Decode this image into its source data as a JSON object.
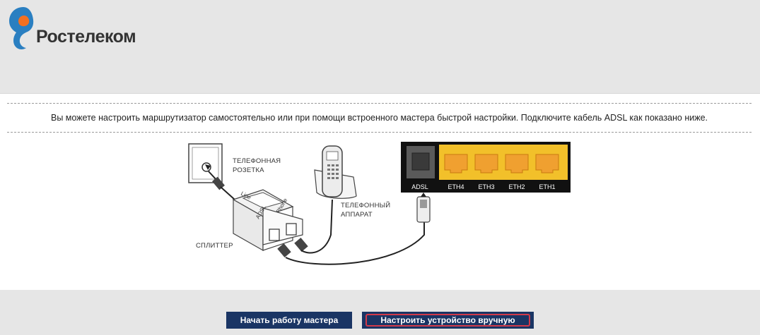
{
  "brand": {
    "name": "Ростелеком",
    "logo_icon": "rostelecom-logo-icon",
    "colors": {
      "logo_blue": "#2a7fc1",
      "logo_orange": "#f37021",
      "button_bg": "#1a3564",
      "highlight": "#d23a4a",
      "port_yellow": "#f2c02a"
    }
  },
  "intro_text": "Вы можете настроить маршрутизатор самостоятельно или при помощи встроенного мастера быстрой настройки. Подключите кабель ADSL как показано ниже.",
  "diagram": {
    "wall_socket_label_1": "ТЕЛЕФОННАЯ",
    "wall_socket_label_2": "РОЗЕТКА",
    "phone_label_1": "ТЕЛЕФОННЫЙ",
    "phone_label_2": "АППАРАТ",
    "splitter_label": "СПЛИТТЕР",
    "splitter_port_line": "Line",
    "splitter_port_adsl": "ADSL",
    "splitter_port_phone": "Phone",
    "ports": [
      "ADSL",
      "ETH4",
      "ETH3",
      "ETH2",
      "ETH1"
    ]
  },
  "buttons": {
    "wizard": "Начать работу мастера",
    "manual": "Настроить устройство вручную"
  }
}
